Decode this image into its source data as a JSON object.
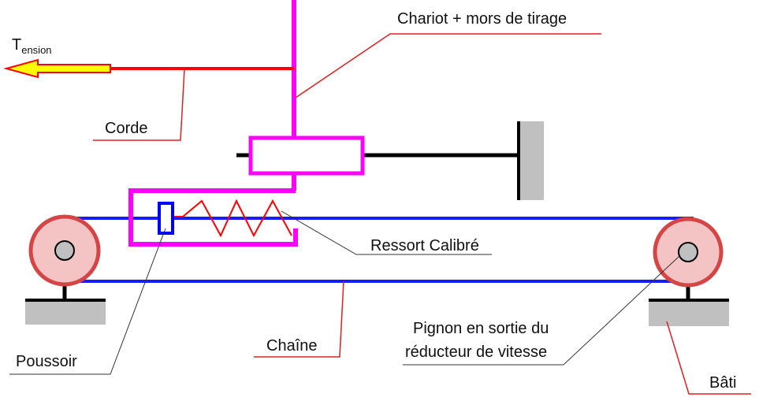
{
  "labels": {
    "tension_main": "T",
    "tension_sub": "ension",
    "chariot": "Chariot + mors de tirage",
    "corde": "Corde",
    "ressort": "Ressort Calibré",
    "poussoir": "Poussoir",
    "chaine": "Chaîne",
    "pignon_line1": "Pignon en sortie du",
    "pignon_line2": "réducteur de vitesse",
    "bati": "Bâti"
  },
  "colors": {
    "magenta": "#ff00ff",
    "red": "#ff0000",
    "leader_red": "#e02020",
    "blue": "#0000ff",
    "chain_blue": "#1a1aff",
    "gray": "#c0c0c0",
    "pulley_fill": "#f4c4c4",
    "pulley_ring": "#d64545",
    "arrow_yellow": "#ffff00",
    "black": "#000000"
  }
}
